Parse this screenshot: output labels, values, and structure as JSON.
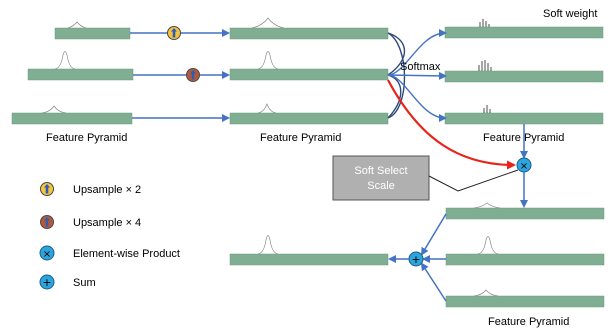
{
  "labels": {
    "feature_pyramid_1": "Feature Pyramid",
    "feature_pyramid_2": "Feature Pyramid",
    "feature_pyramid_3": "Feature Pyramid",
    "feature_pyramid_4": "Feature Pyramid",
    "soft_weight": "Soft weight",
    "softmax": "Softmax",
    "soft_select_line1": "Soft Select",
    "soft_select_line2": "Scale"
  },
  "legend": {
    "upsample2": "Upsample × 2",
    "upsample4": "Upsample × 4",
    "product": "Element-wise Product",
    "sum": "Sum"
  },
  "symbols": {
    "times": "×",
    "plus": "+"
  },
  "colors": {
    "bar_fill": "#7fae93",
    "arrow_blue": "#4472c4",
    "arrow_red": "#e8231a",
    "upsample2_fill": "#f5c242",
    "upsample4_fill": "#b5583a",
    "op_fill": "#2ea4dd",
    "soft_select_box": "#b0b0b0"
  }
}
